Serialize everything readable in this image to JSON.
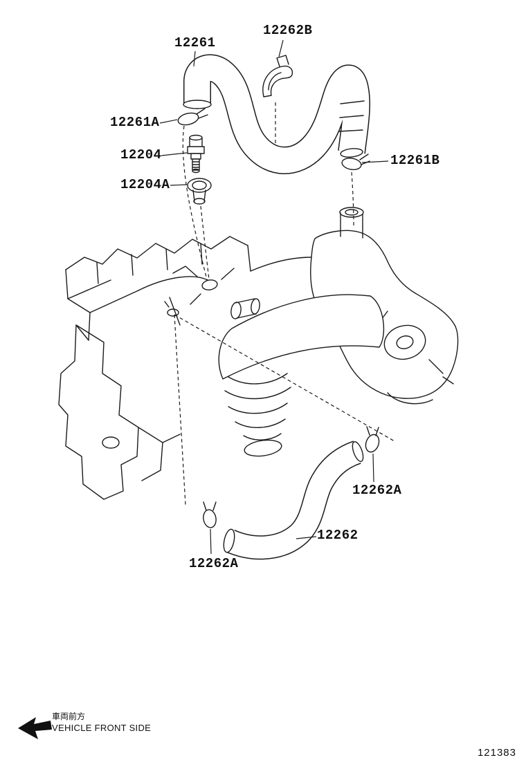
{
  "page": {
    "background": "#ffffff",
    "line_color": "#1a1a1a",
    "description": "Engine ventilation hose parts line diagram"
  },
  "part_labels": [
    {
      "id": "hose-upper",
      "part_no": "12261"
    },
    {
      "id": "clamp-hose-upper",
      "part_no": "12262B"
    },
    {
      "id": "gasket-upper-left",
      "part_no": "12261A"
    },
    {
      "id": "ventilation-valve",
      "part_no": "12204"
    },
    {
      "id": "valve-grommet",
      "part_no": "12204A"
    },
    {
      "id": "clamp-upper-right",
      "part_no": "12261B"
    },
    {
      "id": "clamp-lower-right",
      "part_no": "12262A"
    },
    {
      "id": "hose-lower",
      "part_no": "12262"
    },
    {
      "id": "clamp-lower-left",
      "part_no": "12262A"
    }
  ],
  "footer": {
    "vehicle_front_jp": "車両前方",
    "vehicle_front_en": "VEHICLE FRONT SIDE",
    "figure_number": "121383"
  },
  "icons": {
    "front_arrow": "arrow-down-left"
  }
}
